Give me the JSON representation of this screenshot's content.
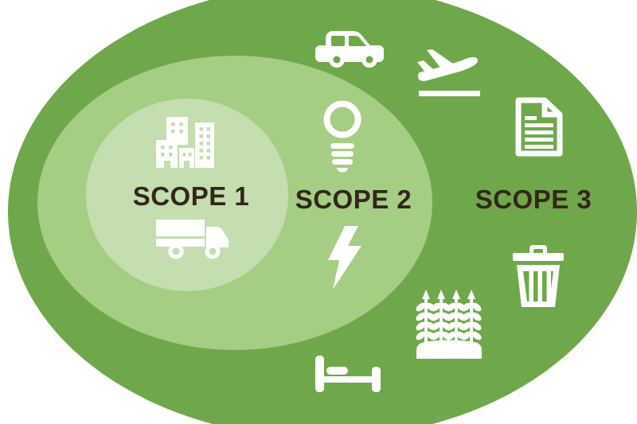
{
  "diagram": {
    "background": "#FFFFFF",
    "label_color": "#33261C",
    "icon_color": "#FFFFFF",
    "scopes": [
      {
        "label": "SCOPE 1",
        "color": "#C4DEAF",
        "icons": [
          "buildings-icon",
          "truck-icon"
        ]
      },
      {
        "label": "SCOPE 2",
        "color": "#A5CD84",
        "icons": [
          "lightbulb-icon",
          "lightning-bolt-icon"
        ]
      },
      {
        "label": "SCOPE 3",
        "color": "#6FA84A",
        "icons": [
          "car-icon",
          "airplane-icon",
          "document-icon",
          "trash-icon",
          "wheat-icon",
          "bed-icon"
        ]
      }
    ]
  }
}
